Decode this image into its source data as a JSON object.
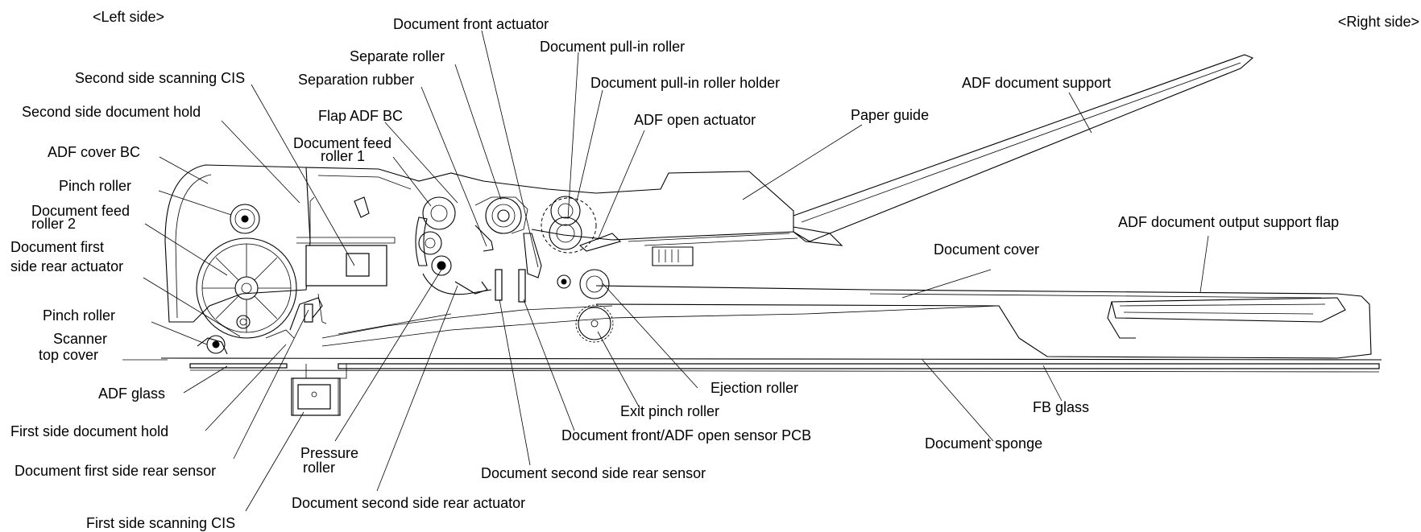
{
  "side_labels": {
    "left": "<Left side>",
    "right": "<Right side>"
  },
  "labels": {
    "document_front_actuator": "Document front actuator",
    "separate_roller": "Separate roller",
    "document_pull_in_roller": "Document pull-in roller",
    "second_side_scanning_cis": "Second side scanning CIS",
    "separation_rubber": "Separation rubber",
    "document_pull_in_roller_holder": "Document pull-in roller holder",
    "adf_document_support": "ADF document support",
    "second_side_document_hold": "Second side document hold",
    "flap_adf_bc": "Flap ADF BC",
    "adf_open_actuator": "ADF open actuator",
    "paper_guide": "Paper guide",
    "document_feed_roller_1_line1": "Document feed",
    "document_feed_roller_1_line2": "roller 1",
    "adf_cover_bc": "ADF cover BC",
    "pinch_roller_upper": "Pinch roller",
    "document_feed_roller_2_line1": "Document feed",
    "document_feed_roller_2_line2": "roller 2",
    "adf_document_output_support_flap": "ADF document output support flap",
    "document_first_side_rear_actuator_line1": "Document first",
    "document_first_side_rear_actuator_line2": "side rear actuator",
    "document_cover": "Document cover",
    "pinch_roller_lower": "Pinch roller",
    "scanner_top_cover_line1": "Scanner",
    "scanner_top_cover_line2": "top cover",
    "adf_glass": "ADF glass",
    "ejection_roller": "Ejection roller",
    "exit_pinch_roller": "Exit pinch roller",
    "fb_glass": "FB glass",
    "first_side_document_hold": "First side document hold",
    "document_front_adf_open_sensor_pcb": "Document front/ADF open sensor PCB",
    "document_sponge": "Document sponge",
    "pressure_roller_line1": "Pressure",
    "pressure_roller_line2": "roller",
    "document_first_side_rear_sensor": "Document first side rear sensor",
    "document_second_side_rear_sensor": "Document second side rear sensor",
    "document_second_side_rear_actuator": "Document second side rear actuator",
    "first_side_scanning_cis": "First side scanning CIS"
  }
}
